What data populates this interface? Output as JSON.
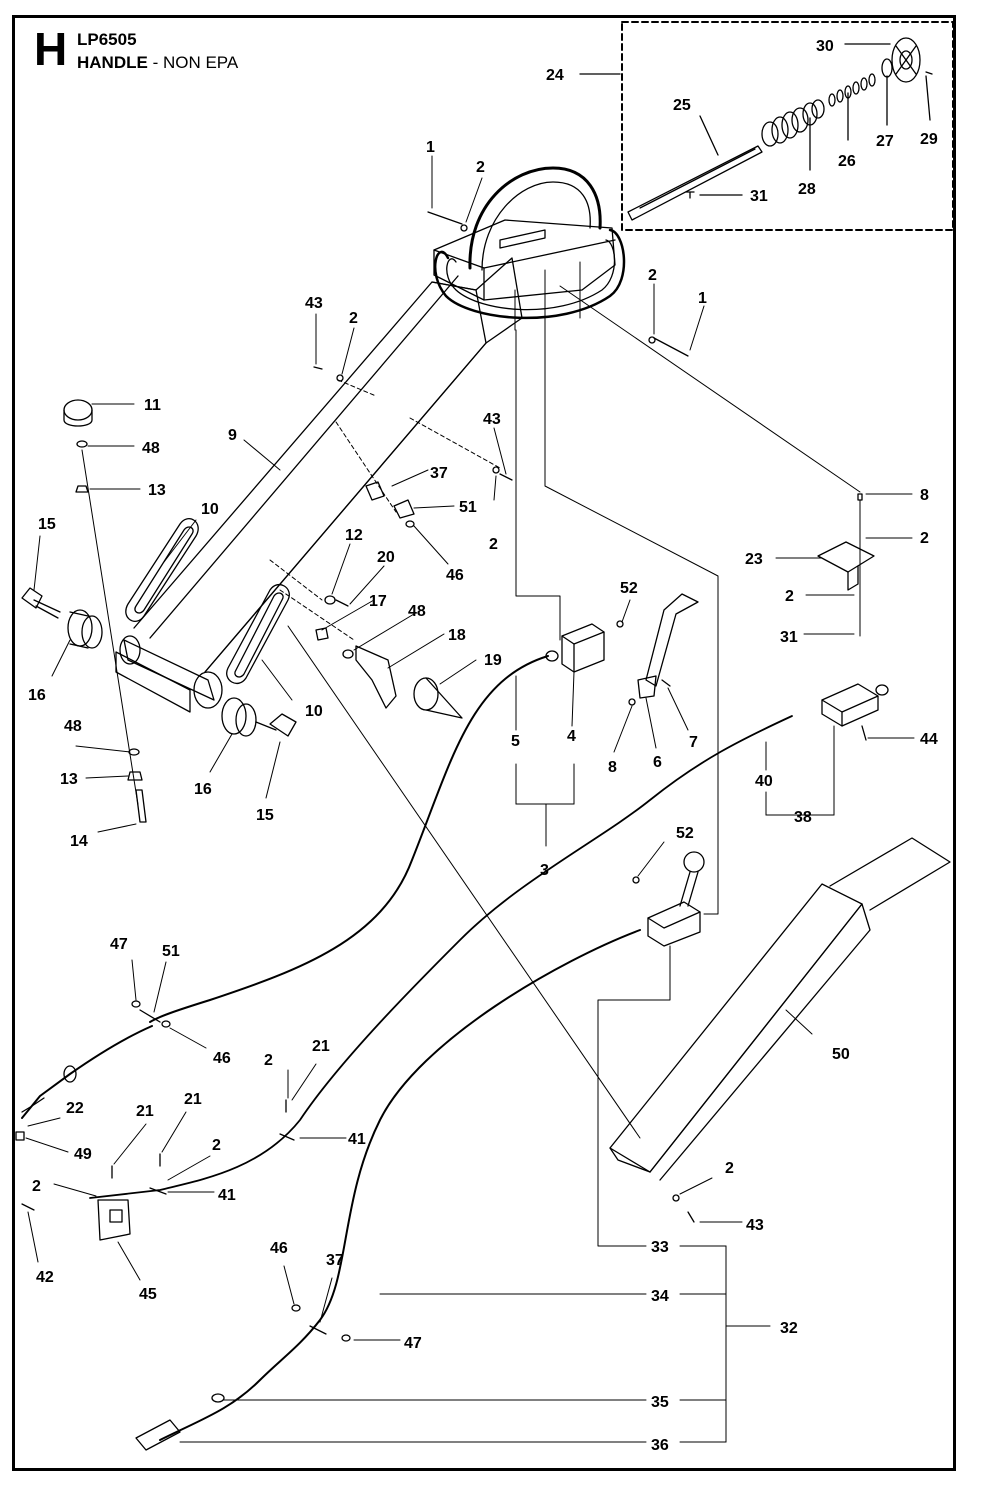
{
  "header": {
    "section_letter": "H",
    "model": "LP6505",
    "title_bold": "HANDLE",
    "title_rest": " - NON EPA"
  },
  "colors": {
    "ink": "#000000",
    "paper": "#ffffff",
    "fill": "#f2f2f2"
  },
  "callouts": {
    "c1": "1",
    "c2": "2",
    "c3": "3",
    "c4": "4",
    "c5": "5",
    "c6": "6",
    "c7": "7",
    "c8": "8",
    "c9": "9",
    "c10": "10",
    "c11": "11",
    "c12": "12",
    "c13": "13",
    "c14": "14",
    "c15": "15",
    "c16": "16",
    "c17": "17",
    "c18": "18",
    "c19": "19",
    "c20": "20",
    "c21": "21",
    "c22": "22",
    "c23": "23",
    "c24": "24",
    "c25": "25",
    "c26": "26",
    "c27": "27",
    "c28": "28",
    "c29": "29",
    "c30": "30",
    "c31": "31",
    "c32": "32",
    "c33": "33",
    "c34": "34",
    "c35": "35",
    "c36": "36",
    "c37": "37",
    "c38": "38",
    "c40": "40",
    "c41": "41",
    "c42": "42",
    "c43": "43",
    "c44": "44",
    "c45": "45",
    "c46": "46",
    "c47": "47",
    "c48": "48",
    "c49": "49",
    "c50": "50",
    "c51": "51",
    "c52": "52"
  }
}
